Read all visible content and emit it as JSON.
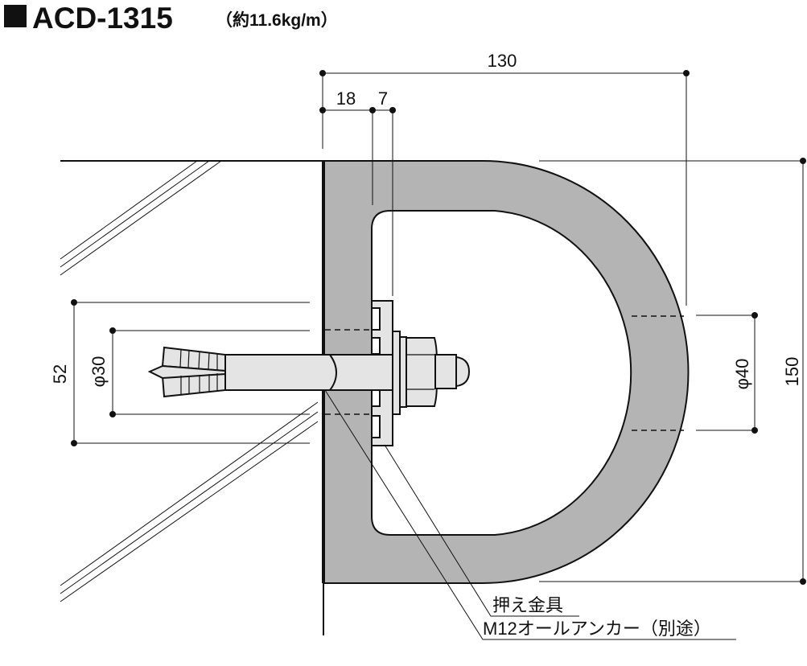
{
  "title": {
    "model": "ACD-1315",
    "weight": "（約11.6kg/m）"
  },
  "dimensions": {
    "total_width": "130",
    "flange": "18",
    "plate": "7",
    "height": "150",
    "hole_spacing": "52",
    "bolt_hole": "φ30",
    "inner_hole": "φ40"
  },
  "callouts": {
    "plate_label": "押え金具",
    "anchor_label": "M12オールアンカー（別途）"
  },
  "colors": {
    "profile": "#b4b4b4",
    "metal": "#e4e4e4",
    "line": "#111111"
  }
}
